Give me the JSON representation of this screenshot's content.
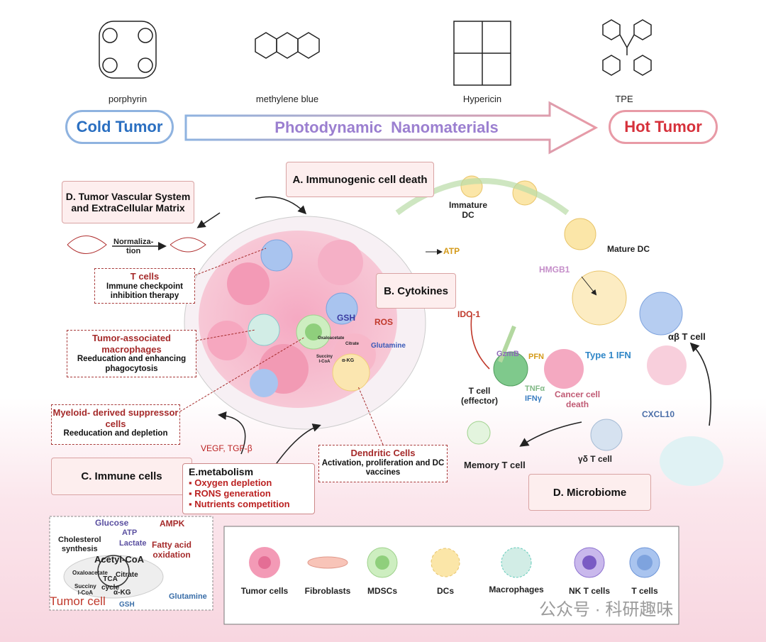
{
  "molecules": [
    "porphyrin",
    "methylene blue",
    "Hypericin",
    "TPE"
  ],
  "header": {
    "cold": "Cold Tumor",
    "arrow": "Photodynamic  Nanomaterials",
    "hot": "Hot Tumor"
  },
  "boxes": {
    "a": "A. Immunogenic cell death",
    "b": "B. Cytokines",
    "c": "C. Immune cells",
    "d_vasc": "D. Tumor Vascular System and ExtraCellular Matrix",
    "d_micro": "D. Microbiome",
    "e_title": "E.metabolism",
    "e_items": [
      "Oxygen depletion",
      "RONS generation",
      "Nutrients competition"
    ]
  },
  "callouts": {
    "tcells": {
      "title": "T cells",
      "text": "Immune checkpoint inhibition therapy"
    },
    "tam": {
      "title": "Tumor-associated macrophages",
      "text": "Reeducation and enhancing phagocytosis"
    },
    "mdsc": {
      "title": "Myeloid- derived suppressor cells",
      "text": "Reeducation and depletion"
    },
    "dc": {
      "title": "Dendritic Cells",
      "text": "Activation, proliferation and DC vaccines"
    }
  },
  "labels": {
    "normalization": "Normaliza-\ntion",
    "atp": "ATP",
    "immature_dc": "Immature DC",
    "mature_dc": "Mature DC",
    "hmgb1": "HMGB1",
    "ido1": "IDO-1",
    "gzmb": "GzmB",
    "pfn": "PFN",
    "tnfa": "TNFα",
    "ifng": "IFNγ",
    "t_effector": "T cell\n(effector)",
    "cancer_death": "Cancer cell\ndeath",
    "type1ifn": "Type 1 IFN",
    "ab_tcell": "αβ T cell",
    "cxcl10": "CXCL10",
    "gd_tcell": "γδ T cell",
    "memory": "Memory T cell",
    "vegf": "VEGF, TGF-β",
    "gsh": "GSH",
    "ros": "ROS",
    "glutamine": "Glutamine",
    "oxaloacetate": "Oxaloacetate",
    "citrate": "Citrate",
    "succinyl": "Succiny\nl-CoA",
    "akg": "α-KG"
  },
  "metabolism": {
    "glucose": "Glucose",
    "atp": "ATP",
    "lactate": "Lactate",
    "ampk": "AMPK",
    "fatty": "Fatty acid\noxidation",
    "cholesterol": "Cholesterol\nsynthesis",
    "acetyl": "Acetyl-CoA",
    "oxaloacetate": "Oxaloacetate",
    "citrate": "Citrate",
    "tca": "TCA\ncycle",
    "succinyl": "Succiny\nl-CoA",
    "akg": "α-KG",
    "glutamine": "Glutamine",
    "gsh": "GSH",
    "tumor_cell": "Tumor cell"
  },
  "legend": [
    "Tumor cells",
    "Fibroblasts",
    "MDSCs",
    "DCs",
    "Macrophages",
    "NK T cells",
    "T cells"
  ],
  "watermark": "公众号 · 科研趣味",
  "colors": {
    "cold": "#2a6fc1",
    "hot": "#d6313b",
    "arrow_text": "#9b7fd0",
    "callout": "#a52a2a",
    "tumor": "#f2a0bb"
  }
}
